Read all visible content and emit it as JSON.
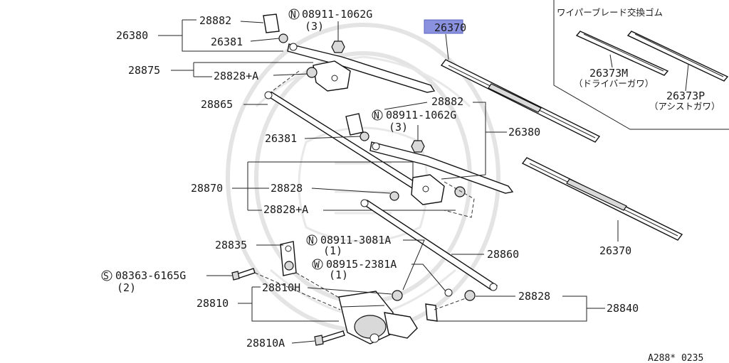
{
  "labels": {
    "p26380_top": "26380",
    "p28882_top": "28882",
    "p26381_top": "26381",
    "nut_top_code": "08911-1062G",
    "nut_top_qty": "(3)",
    "p28875": "28875",
    "p28828A_top": "28828+A",
    "p28865": "28865",
    "p28882_mid": "28882",
    "nut_mid_code": "08911-1062G",
    "nut_mid_qty": "(3)",
    "p26381_mid": "26381",
    "p26380_mid": "26380",
    "p28870": "28870",
    "p28828_mid": "28828",
    "p28828A_mid": "28828+A",
    "p28835": "28835",
    "nut_low_code": "08911-3081A",
    "nut_low_qty": "(1)",
    "washer_code": "08915-2381A",
    "washer_qty": "(1)",
    "p28860": "28860",
    "screw_code": "08363-6165G",
    "screw_qty": "(2)",
    "p28810H": "28810H",
    "p28810": "28810",
    "p28828_low": "28828",
    "p28840": "28840",
    "p28810A": "28810A",
    "p26370_top": "26370",
    "p26370_low": "26370",
    "rubber_header": "ワイパーブレード交換ゴム",
    "p26373M": "26373M",
    "p26373M_note": "（ドライバーガワ）",
    "p26373P": "26373P",
    "p26373P_note": "（アシストガワ）",
    "ref_code": "A288* 0235"
  },
  "symbols": {
    "N": "N",
    "W": "W",
    "S": "S"
  },
  "highlight_color": "#8a92e0"
}
